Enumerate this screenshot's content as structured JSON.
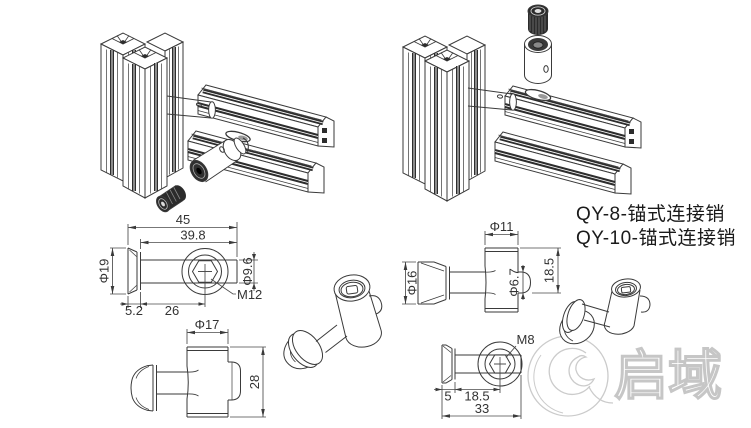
{
  "labels": {
    "qy8": "QY-8-锚式连接销",
    "qy10": "QY-10-锚式连接销"
  },
  "watermark": {
    "logo_text": "启域",
    "color": "#c5c5c5"
  },
  "drawings": {
    "qy10_pin": {
      "total_length": "45",
      "shaft_length": "39.8",
      "head_diameter": "Φ19",
      "shaft_diameter": "Φ9.6",
      "thread": "M12",
      "head_thickness": "5.2",
      "hole_center": "26"
    },
    "qy10_anchor": {
      "barrel_diameter": "Φ17",
      "barrel_height": "28"
    },
    "qy8_anchor": {
      "head_diameter": "Φ16",
      "barrel_diameter": "Φ11",
      "barrel_height": "18.5",
      "tip_diameter": "Φ6.7"
    },
    "qy8_pin": {
      "thread": "M8",
      "head_thickness": "5",
      "hole_center": "18.5",
      "total_length": "33"
    }
  }
}
